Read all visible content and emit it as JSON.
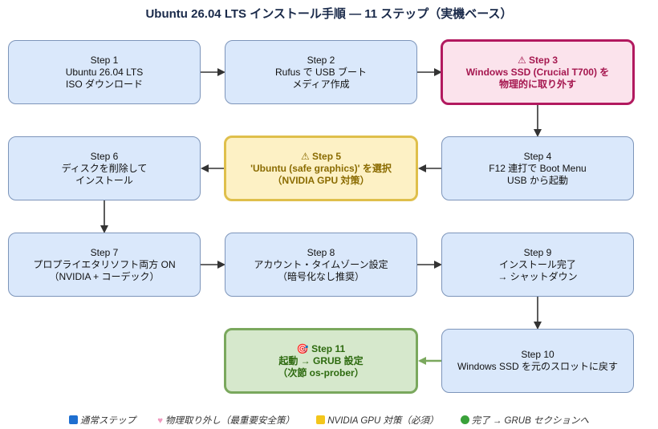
{
  "title": "Ubuntu 26.04 LTS インストール手順 — 11 ステップ（実機ベース）",
  "steps": [
    {
      "id": "step1",
      "label": "Step 1",
      "lines": [
        "Ubuntu 26.04 LTS",
        "ISO ダウンロード"
      ],
      "kind": "normal"
    },
    {
      "id": "step2",
      "label": "Step 2",
      "lines": [
        "Rufus で USB ブート",
        "メディア作成"
      ],
      "kind": "normal"
    },
    {
      "id": "step3",
      "label": "⚠ Step 3",
      "lines": [
        "Windows SSD (Crucial T700) を",
        "物理的に取り外す"
      ],
      "kind": "warn"
    },
    {
      "id": "step4",
      "label": "Step 4",
      "lines": [
        "F12 連打で Boot Menu",
        "USB から起動"
      ],
      "kind": "normal"
    },
    {
      "id": "step5",
      "label": "⚠ Step 5",
      "lines": [
        "'Ubuntu (safe graphics)' を選択",
        "（NVIDIA GPU 対策）"
      ],
      "kind": "gpu"
    },
    {
      "id": "step6",
      "label": "Step 6",
      "lines": [
        "ディスクを削除して",
        "インストール"
      ],
      "kind": "normal"
    },
    {
      "id": "step7",
      "label": "Step 7",
      "lines": [
        "プロプライエタリソフト両方 ON",
        "（NVIDIA + コーデック）"
      ],
      "kind": "normal"
    },
    {
      "id": "step8",
      "label": "Step 8",
      "lines": [
        "アカウント・タイムゾーン設定",
        "（暗号化なし推奨）"
      ],
      "kind": "normal"
    },
    {
      "id": "step9",
      "label": "Step 9",
      "lines": [
        "インストール完了",
        "→ シャットダウン"
      ],
      "kind": "normal"
    },
    {
      "id": "step10",
      "label": "Step 10",
      "lines": [
        "Windows SSD を元のスロットに戻す"
      ],
      "kind": "normal"
    },
    {
      "id": "step11",
      "label": "🎯 Step 11",
      "lines": [
        "起動 → GRUB 設定",
        "（次節 os-prober）"
      ],
      "kind": "done"
    }
  ],
  "legend": [
    {
      "icon": "blue-square-icon",
      "color": "#1e6fd0",
      "text": "通常ステップ"
    },
    {
      "icon": "pink-heart-icon",
      "color": "#f09ac0",
      "text": "物理取り外し（最重要安全策）"
    },
    {
      "icon": "yellow-square-icon",
      "color": "#f3c61b",
      "text": "NVIDIA GPU 対策（必須）"
    },
    {
      "icon": "green-circle-icon",
      "color": "#3aa13a",
      "text": "完了 → GRUB セクションへ"
    }
  ],
  "colors": {
    "arrow": "#333333",
    "final_arrow": "#7aa85d"
  }
}
